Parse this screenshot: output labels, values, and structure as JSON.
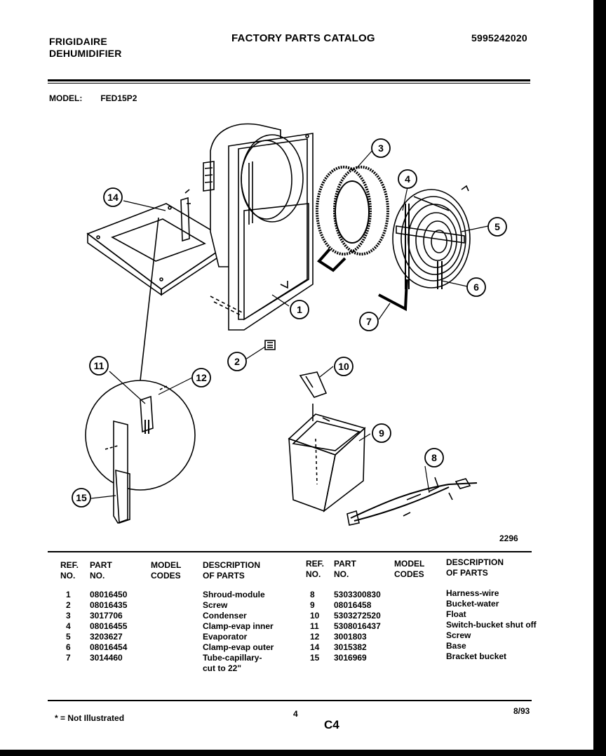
{
  "header": {
    "brand_line1": "FRIGIDAIRE",
    "brand_line2": "DEHUMIDIFIER",
    "title": "FACTORY PARTS CATALOG",
    "catalog_number": "5995242020"
  },
  "model": {
    "label": "MODEL:",
    "value": "FED15P2"
  },
  "diagram": {
    "drawing_number": "2296",
    "callouts": [
      "1",
      "2",
      "3",
      "4",
      "5",
      "6",
      "7",
      "8",
      "9",
      "10",
      "11",
      "12",
      "14",
      "15"
    ]
  },
  "table": {
    "headers": {
      "ref1": "REF.",
      "ref2": "NO.",
      "part1": "PART",
      "part2": "NO.",
      "model1": "MODEL",
      "model2": "CODES",
      "desc1": "DESCRIPTION",
      "desc2": "OF PARTS"
    },
    "left": [
      {
        "ref": "1",
        "part": "08016450",
        "desc": "Shroud-module"
      },
      {
        "ref": "2",
        "part": "08016435",
        "desc": "Screw"
      },
      {
        "ref": "3",
        "part": "3017706",
        "desc": "Condenser"
      },
      {
        "ref": "4",
        "part": "08016455",
        "desc": "Clamp-evap inner"
      },
      {
        "ref": "5",
        "part": "3203627",
        "desc": "Evaporator"
      },
      {
        "ref": "6",
        "part": "08016454",
        "desc": "Clamp-evap outer"
      },
      {
        "ref": "7",
        "part": "3014460",
        "desc": "Tube-capillary-",
        "desc2": "cut to 22\""
      }
    ],
    "right": [
      {
        "ref": "8",
        "part": "5303300830",
        "desc": "Harness-wire"
      },
      {
        "ref": "9",
        "part": "08016458",
        "desc": "Bucket-water"
      },
      {
        "ref": "10",
        "part": "5303272520",
        "desc": "Float"
      },
      {
        "ref": "11",
        "part": "5308016437",
        "desc": "Switch-bucket shut off"
      },
      {
        "ref": "12",
        "part": "3001803",
        "desc": "Screw"
      },
      {
        "ref": "14",
        "part": "3015382",
        "desc": "Base"
      },
      {
        "ref": "15",
        "part": "3016969",
        "desc": "Bracket bucket"
      }
    ]
  },
  "footer": {
    "footnote": "* = Not Illustrated",
    "page_number": "4",
    "page_code": "C4",
    "date": "8/93"
  }
}
